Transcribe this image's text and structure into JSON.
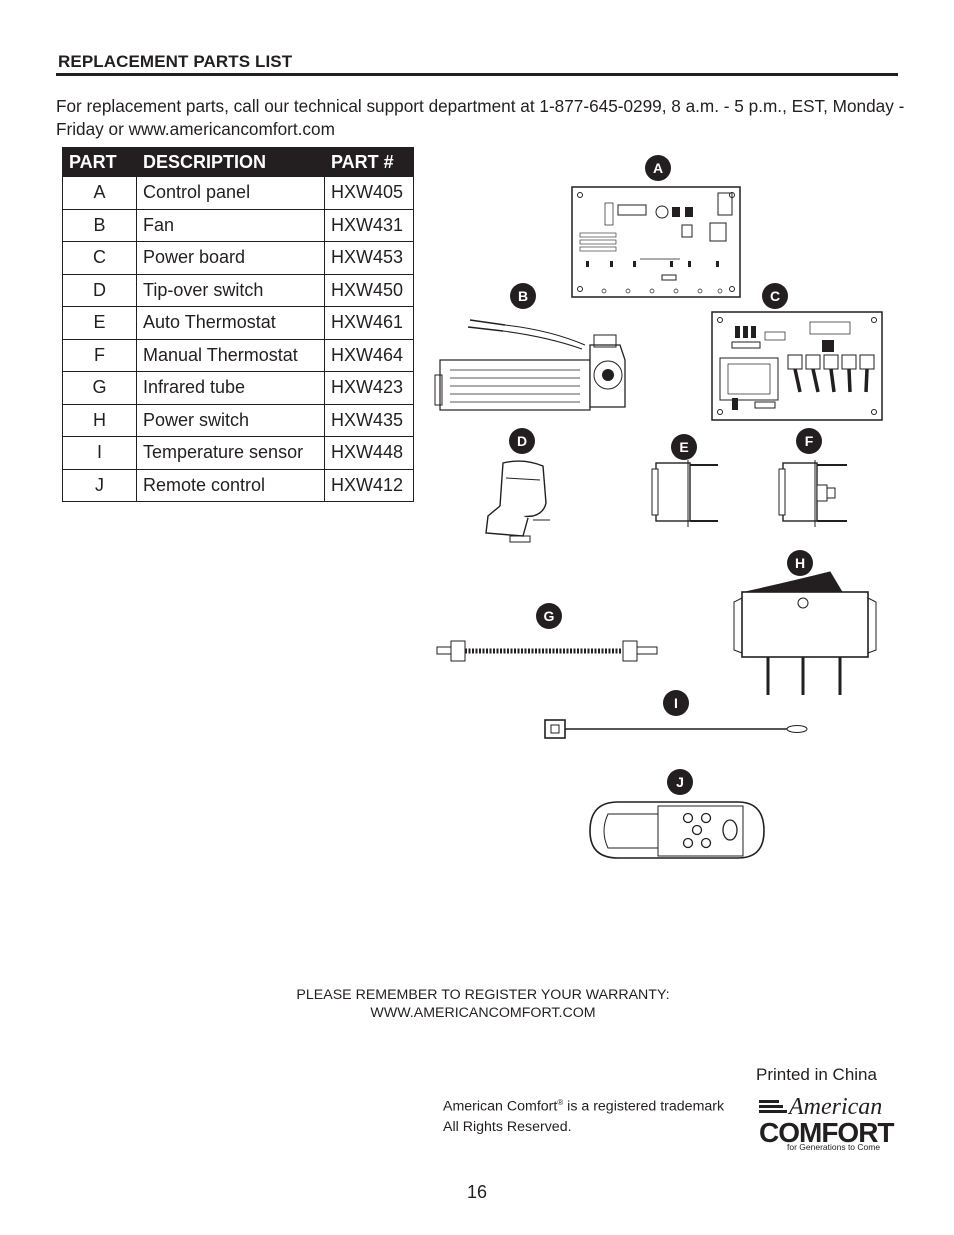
{
  "header": {
    "title": "REPLACEMENT PARTS LIST"
  },
  "intro": {
    "text": "For replacement parts, call our technical support department at 1-877-645-0299, 8 a.m. - 5 p.m., EST, Monday - Friday or www.americancomfort.com"
  },
  "parts_table": {
    "headers": [
      "PART",
      "DESCRIPTION",
      "PART #"
    ],
    "rows": [
      {
        "part": "A",
        "description": "Control panel",
        "number": "HXW405"
      },
      {
        "part": "B",
        "description": "Fan",
        "number": "HXW431"
      },
      {
        "part": "C",
        "description": "Power board",
        "number": "HXW453"
      },
      {
        "part": "D",
        "description": "Tip-over switch",
        "number": "HXW450"
      },
      {
        "part": "E",
        "description": "Auto Thermostat",
        "number": "HXW461"
      },
      {
        "part": "F",
        "description": "Manual Thermostat",
        "number": "HXW464"
      },
      {
        "part": "G",
        "description": "Infrared tube",
        "number": "HXW423"
      },
      {
        "part": "H",
        "description": "Power switch",
        "number": "HXW435"
      },
      {
        "part": "I",
        "description": "Temperature sensor",
        "number": "HXW448"
      },
      {
        "part": "J",
        "description": "Remote control",
        "number": "HXW412"
      }
    ]
  },
  "illustration_labels": {
    "a": "A",
    "b": "B",
    "c": "C",
    "d": "D",
    "e": "E",
    "f": "F",
    "g": "G",
    "h": "H",
    "i": "I",
    "j": "J"
  },
  "footer": {
    "warranty_line1": "PLEASE REMEMBER TO REGISTER YOUR WARRANTY:",
    "warranty_line2": "WWW.AMERICANCOMFORT.COM",
    "printed": "Printed in China",
    "trademark_brand": "American Comfort",
    "trademark_mark": "®",
    "trademark_rest": " is a registered trademark",
    "rights": "All Rights Reserved.",
    "logo_line1": "American",
    "logo_line2": "COMFORT",
    "logo_tagline": "for Generations to Come",
    "page_number": "16"
  }
}
